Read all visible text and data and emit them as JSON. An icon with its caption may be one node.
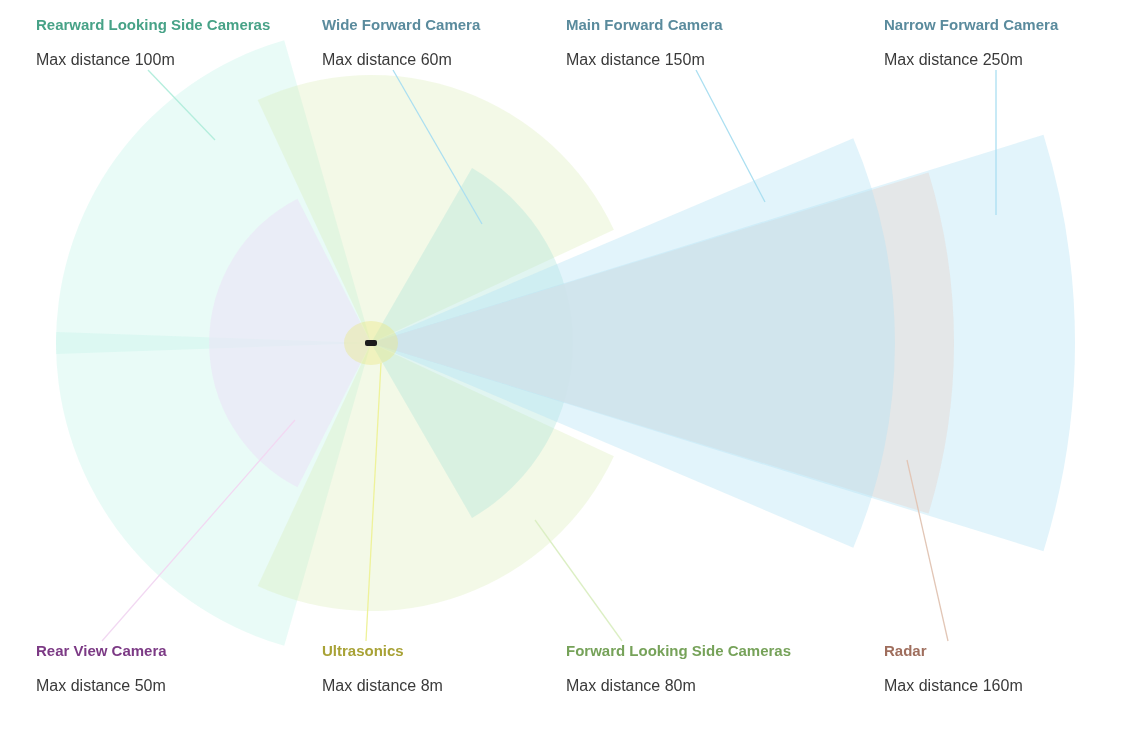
{
  "diagram": {
    "nodes": [
      {
        "text": [
          "Rearward Looking Side Cameras",
          "Max distance 100m"
        ]
      },
      {
        "text": [
          "Wide Forward Camera",
          "Max distance 60m"
        ]
      },
      {
        "text": [
          "Main Forward Camera",
          "Max distance 150m"
        ]
      },
      {
        "text": [
          "Narrow Forward Camera",
          "Max distance 250m"
        ]
      },
      {
        "text": [
          "Rear View Camera",
          "Max distance 50m"
        ]
      },
      {
        "text": [
          "Ultrasonics",
          "Max distance 8m"
        ]
      },
      {
        "text": [
          "Forward Looking Side Cameras",
          "Max distance 80m"
        ]
      },
      {
        "text": [
          "Radar",
          "Max distance 160m"
        ]
      }
    ],
    "edges": [
      {
        "from": 0,
        "to": null,
        "arrow": "none",
        "color": "#b4eedd"
      },
      {
        "from": 1,
        "to": null,
        "arrow": "none"
      },
      {
        "from": 2,
        "to": null,
        "arrow": "none"
      },
      {
        "from": 3,
        "to": null,
        "arrow": "none"
      },
      {
        "from": 4,
        "to": null,
        "arrow": "none",
        "color": "#f2d8f2"
      },
      {
        "from": 5,
        "to": null,
        "arrow": "none",
        "color": "#eef29a"
      },
      {
        "from": 6,
        "to": null,
        "arrow": "none",
        "color": "#dcefc4"
      },
      {
        "from": 7,
        "to": null,
        "arrow": "none",
        "color": "#e2c6b6"
      }
    ]
  }
}
